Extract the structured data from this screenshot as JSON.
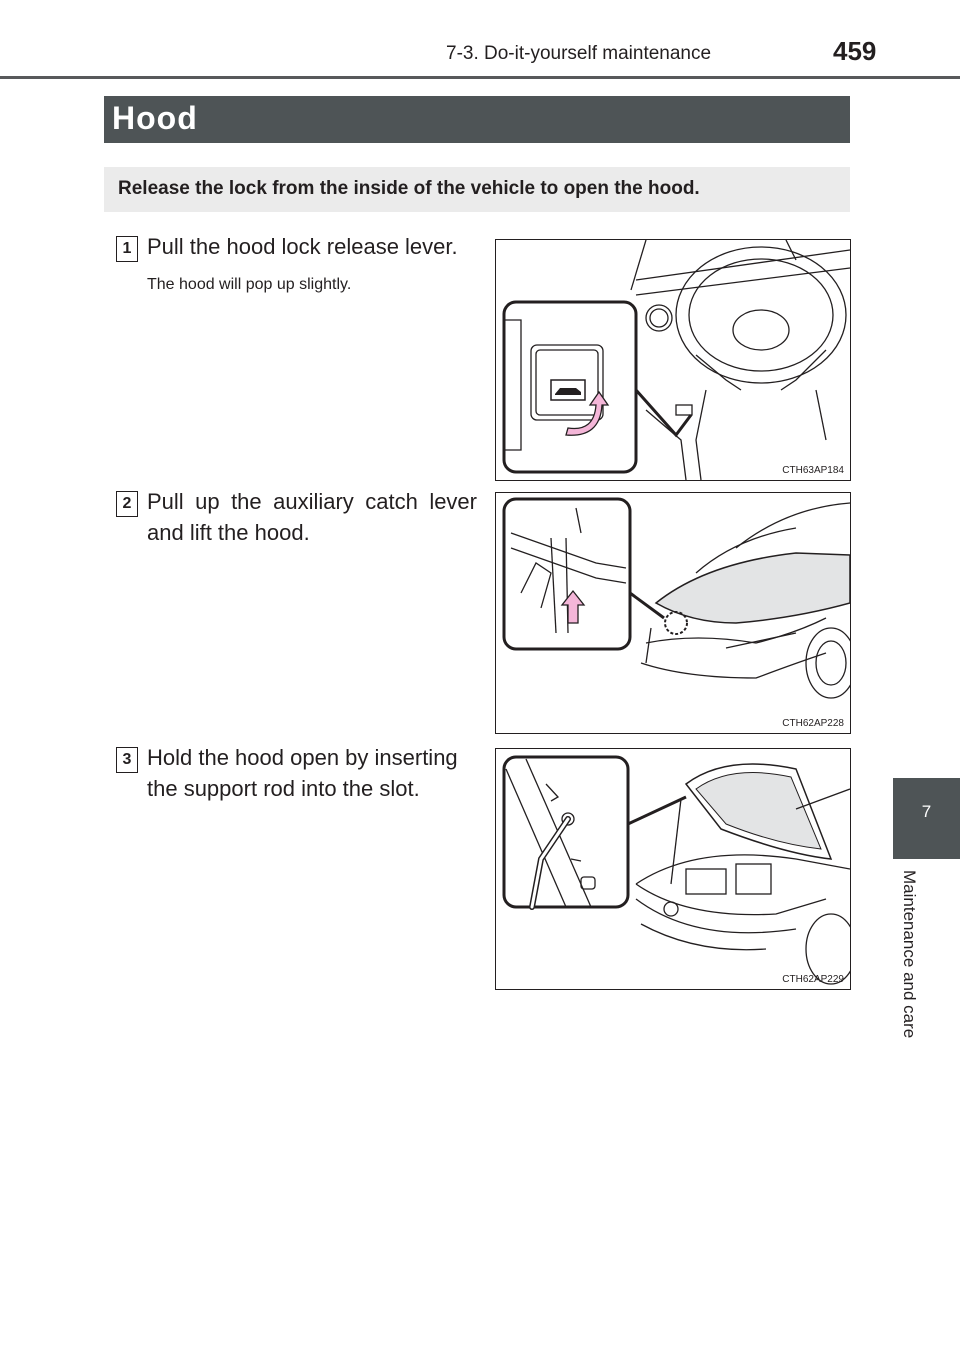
{
  "header": {
    "section": "7-3. Do-it-yourself maintenance",
    "page_number": "459"
  },
  "side_tab": {
    "chapter_number": "7",
    "chapter_title": "Maintenance and care"
  },
  "title": "Hood",
  "intro": "Release the lock from the inside of the vehicle to open the hood.",
  "steps": [
    {
      "number": "1",
      "text": "Pull the hood lock release lever.",
      "subtext": "The hood will pop up slightly.",
      "figure_code": "CTH63AP184"
    },
    {
      "number": "2",
      "text": "Pull up the auxiliary catch lever and lift the hood.",
      "figure_code": "CTH62AP228"
    },
    {
      "number": "3",
      "text": "Hold the hood open by inserting the support rod into the slot.",
      "figure_code": "CTH62AP229"
    }
  ],
  "colors": {
    "title_bar": "#4e5456",
    "intro_box": "#ebebeb",
    "arrow_accent": "#f4b6d8",
    "hood_fill": "#e3e4e5"
  }
}
